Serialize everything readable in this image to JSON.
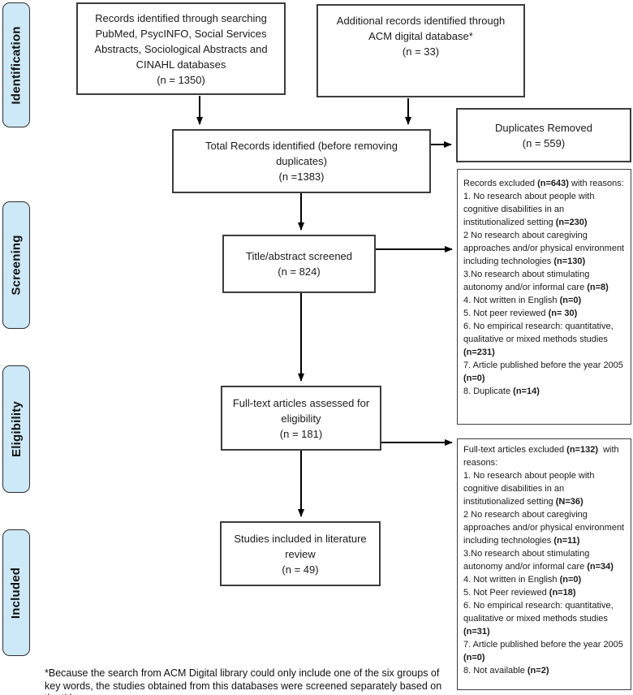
{
  "sidebar": {
    "stages": [
      {
        "label": "Identification"
      },
      {
        "label": "Screening"
      },
      {
        "label": "Eligibility"
      },
      {
        "label": "Included"
      }
    ]
  },
  "boxes": {
    "records_db": {
      "lines": [
        "Records identified through searching",
        "PubMed, PsycINFO, Social Services",
        "Abstracts, Sociological Abstracts and",
        "CINAHL databases",
        "(n = 1350)"
      ]
    },
    "acm": {
      "lines": [
        "Additional records identified through",
        "ACM digital database*",
        "(n = 33)"
      ]
    },
    "total": {
      "lines": [
        "Total Records identified (before removing",
        "duplicates)",
        "(n =1383)"
      ]
    },
    "duplicates": {
      "lines": [
        "Duplicates Removed",
        "(n = 559)"
      ]
    },
    "screened": {
      "lines": [
        "Title/abstract screened",
        "(n = 824)"
      ]
    },
    "fulltext": {
      "lines": [
        "Full-text articles assessed for",
        "eligibility",
        "(n = 181)"
      ]
    },
    "included": {
      "lines": [
        "Studies included in literature",
        "review",
        "(n = 49)"
      ]
    }
  },
  "excluded_records": {
    "lines": [
      {
        "pre": "Records excluded ",
        "bold": "(n=643)",
        "post": " with reasons:"
      },
      {
        "pre": "1. No research about people with cognitive disabilities in an institutionalized setting ",
        "bold": "(n=230)",
        "post": ""
      },
      {
        "pre": "2 No research about caregiving approaches and/or physical environment including technologies ",
        "bold": "(n=130)",
        "post": ""
      },
      {
        "pre": "3.No research about stimulating autonomy and/or informal care ",
        "bold": "(n=8)",
        "post": ""
      },
      {
        "pre": "4. Not written in English ",
        "bold": "(n=0)",
        "post": ""
      },
      {
        "pre": "5. Not peer reviewed ",
        "bold": "(n= 30)",
        "post": ""
      },
      {
        "pre": "6. No empirical research: quantitative, qualitative or mixed methods studies ",
        "bold": "(n=231)",
        "post": ""
      },
      {
        "pre": "7. Article published before the year 2005 ",
        "bold": "(n=0)",
        "post": ""
      },
      {
        "pre": "8. Duplicate ",
        "bold": "(n=14)",
        "post": ""
      }
    ]
  },
  "excluded_fulltext": {
    "lines": [
      {
        "pre": "Full-text articles excluded ",
        "bold": "(n=132)",
        "post": "  with reasons:"
      },
      {
        "pre": "1. No research about people with cognitive disabilities in an institutionalized setting ",
        "bold": "(N=36)",
        "post": ""
      },
      {
        "pre": "2 No research about caregiving approaches and/or physical environment including technologies ",
        "bold": "(n=11)",
        "post": ""
      },
      {
        "pre": "3.No research about stimulating autonomy and/or informal care ",
        "bold": "(n=34)",
        "post": ""
      },
      {
        "pre": "4. Not written in English ",
        "bold": "(n=0)",
        "post": ""
      },
      {
        "pre": "5. Not Peer reviewed ",
        "bold": "(n=18)",
        "post": ""
      },
      {
        "pre": "6. No empirical research: quantitative, qualitative or mixed methods studies ",
        "bold": "(n=31)",
        "post": ""
      },
      {
        "pre": "7. Article published before the year 2005 ",
        "bold": "(n=0)",
        "post": ""
      },
      {
        "pre": "8. Not available ",
        "bold": "(n=2)",
        "post": ""
      }
    ]
  },
  "footnote": {
    "line1": "*Because the search from ACM Digital library could only include one of the six groups of",
    "line2": "key words, the studies  obtained from this databases were screened separately based on the title."
  },
  "colors": {
    "stage_fill": "#cde8f7",
    "stage_border": "#2f2f2f",
    "box_border": "#3d3d3d",
    "arrow": "#000000"
  }
}
